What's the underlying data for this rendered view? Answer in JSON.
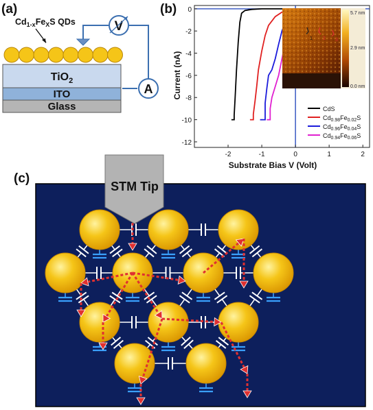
{
  "panels": {
    "a": "(a)",
    "b": "(b)",
    "c": "(c)"
  },
  "device": {
    "qd_label_main": "Cd",
    "qd_label_sub1": "1-x",
    "qd_label_fe": "Fe",
    "qd_label_sub2": "X",
    "qd_label_end": "S QDs",
    "layer_tio2_main": "TiO",
    "layer_tio2_sub": "2",
    "layer_ito": "ITO",
    "layer_glass": "Glass",
    "voltmeter": "V",
    "ammeter": "A",
    "colors": {
      "qd": "#f5c518",
      "tio2": "#c9d9ee",
      "ito": "#8fb2da",
      "glass": "#b5b5b5"
    }
  },
  "afm_inset": {
    "scale_max": "5.7 nm",
    "scale_mid": "2.9 nm",
    "scale_min": "0.0 nm",
    "markers": [
      "1",
      "2",
      "3"
    ]
  },
  "chart_data": {
    "type": "line",
    "xlabel": "Substrate Bias V (Volt)",
    "ylabel": "Current (nA)",
    "xlim": [
      -3,
      2.2
    ],
    "ylim": [
      -12.5,
      0.3
    ],
    "xticks": [
      "-2",
      "-1",
      "0",
      "1",
      "2"
    ],
    "xtick_values": [
      -2,
      -1,
      0,
      1,
      2
    ],
    "yticks": [
      "0",
      "-2",
      "-4",
      "-6",
      "-8",
      "-10",
      "-12"
    ],
    "ytick_values": [
      0,
      -2,
      -4,
      -6,
      -8,
      -10,
      -12
    ],
    "series": [
      {
        "name_parts": [
          "Cd",
          "S",
          "",
          ""
        ],
        "color": "#000000",
        "x": [
          -1.9,
          -1.82,
          -1.82,
          -1.79,
          -1.75,
          -1.7,
          -1.65,
          -1.6,
          -1.5,
          -1.3,
          -1.0,
          -0.5,
          0.0,
          1.0,
          2.0
        ],
        "y": [
          -10,
          -10,
          -9.6,
          -8,
          -5.5,
          -3,
          -1.2,
          -0.4,
          -0.15,
          -0.05,
          0,
          0,
          0,
          0,
          0
        ]
      },
      {
        "name_parts": [
          "Cd",
          "0.98",
          "Fe",
          "0.02",
          "S"
        ],
        "color": "#e02020",
        "x": [
          -1.35,
          -1.25,
          -1.25,
          -1.2,
          -1.15,
          -1.1,
          -1.0,
          -0.9,
          -0.8,
          -0.6,
          -0.4,
          -0.2,
          0.0,
          1.0,
          2.0
        ],
        "y": [
          -10,
          -10,
          -9.5,
          -8.3,
          -7,
          -5.5,
          -3.8,
          -2.4,
          -1.5,
          -0.7,
          -0.3,
          -0.1,
          0,
          0,
          0
        ]
      },
      {
        "name_parts": [
          "Cd",
          "0.96",
          "Fe",
          "0.04",
          "S"
        ],
        "color": "#1a1adb",
        "x": [
          -1.05,
          -0.9,
          -0.9,
          -0.85,
          -0.8,
          -0.7,
          -0.6,
          -0.5,
          -0.4,
          -0.3,
          -0.2,
          -0.1,
          0.0,
          1.0,
          2.0
        ],
        "y": [
          -10,
          -10,
          -8.5,
          -7.2,
          -6,
          -5.5,
          -4.5,
          -3.2,
          -2.0,
          -1.2,
          -0.6,
          -0.2,
          0,
          0,
          0
        ]
      },
      {
        "name_parts": [
          "Cd",
          "0.94",
          "Fe",
          "0.06",
          "S"
        ],
        "color": "#e020d0",
        "x": [
          -0.85,
          -0.75,
          -0.75,
          -0.7,
          -0.6,
          -0.5,
          -0.4,
          -0.3,
          -0.2,
          -0.1,
          0.0,
          0.5,
          1.0,
          1.5,
          2.0
        ],
        "y": [
          -10,
          -10,
          -9,
          -8,
          -7,
          -6,
          -4.5,
          -3,
          -1.8,
          -0.8,
          -0.2,
          0,
          0,
          0,
          0
        ]
      }
    ]
  },
  "network": {
    "tip_label": "STM Tip",
    "colors": {
      "background": "#0d1f5c",
      "dot": "#f5c518",
      "arrow": "#e03030",
      "capacitor": "#ffffff",
      "ground": "#3aa0ff",
      "tip": "#b3b3b3"
    }
  }
}
